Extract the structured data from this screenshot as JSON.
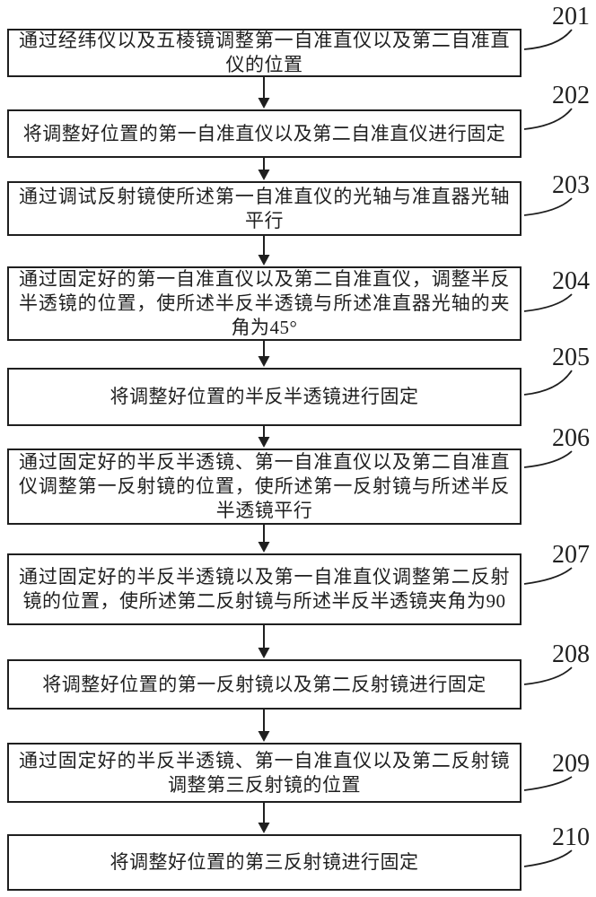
{
  "figure": {
    "background": "#ffffff",
    "ink_color": "#1f1f1f"
  },
  "steps": [
    {
      "ref": "201",
      "text": "通过经纬仪以及五棱镜调整第一自准直仪以及第二自准直仪的位置"
    },
    {
      "ref": "202",
      "text": "将调整好位置的第一自准直仪以及第二自准直仪进行固定"
    },
    {
      "ref": "203",
      "text": "通过调试反射镜使所述第一自准直仪的光轴与准直器光轴平行"
    },
    {
      "ref": "204",
      "text": "通过固定好的第一自准直仪以及第二自准直仪，调整半反半透镜的位置，使所述半反半透镜与所述准直器光轴的夹角为45°"
    },
    {
      "ref": "205",
      "text": "将调整好位置的半反半透镜进行固定"
    },
    {
      "ref": "206",
      "text": "通过固定好的半反半透镜、第一自准直仪以及第二自准直仪调整第一反射镜的位置，使所述第一反射镜与所述半反半透镜平行"
    },
    {
      "ref": "207",
      "text": "通过固定好的半反半透镜以及第一自准直仪调整第二反射镜的位置，使所述第二反射镜与所述半反半透镜夹角为90"
    },
    {
      "ref": "208",
      "text": "将调整好位置的第一反射镜以及第二反射镜进行固定"
    },
    {
      "ref": "209",
      "text": "通过固定好的半反半透镜、第一自准直仪以及第二反射镜调整第三反射镜的位置"
    },
    {
      "ref": "210",
      "text": "将调整好位置的第三反射镜进行固定"
    }
  ]
}
